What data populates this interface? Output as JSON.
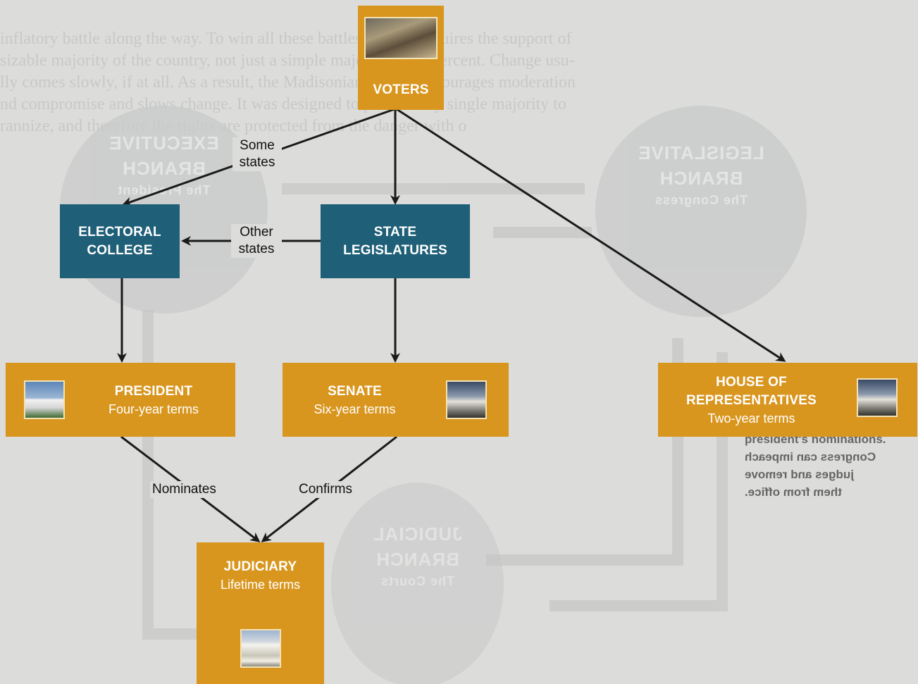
{
  "nodes": {
    "voters": {
      "title": "VOTERS"
    },
    "electoral_college": {
      "title_line1": "ELECTORAL",
      "title_line2": "COLLEGE"
    },
    "state_legislatures": {
      "title_line1": "STATE",
      "title_line2": "LEGISLATURES"
    },
    "president": {
      "title": "PRESIDENT",
      "term": "Four-year terms"
    },
    "senate": {
      "title": "SENATE",
      "term": "Six-year terms"
    },
    "house": {
      "title_line1": "HOUSE OF",
      "title_line2": "REPRESENTATIVES",
      "term": "Two-year terms"
    },
    "judiciary": {
      "title": "JUDICIARY",
      "term": "Lifetime terms"
    }
  },
  "edges": {
    "some_states_line1": "Some",
    "some_states_line2": "states",
    "other_states_line1": "Other",
    "other_states_line2": "states",
    "nominates": "Nominates",
    "confirms": "Confirms"
  },
  "background": {
    "executive_line1": "EXECUTIVE",
    "executive_line2": "BRANCH",
    "executive_line3": "The President",
    "legislative_line1": "LEGISLATIVE",
    "legislative_line2": "BRANCH",
    "legislative_line3": "The Congress",
    "judicial_line1": "JUDICIAL",
    "judicial_line2": "BRANCH",
    "judicial_line3": "The Courts",
    "right_note_1": "president's nominations.",
    "right_note_2": "Congress can impeach",
    "right_note_3": "judges and remove",
    "right_note_4": "them from office."
  },
  "colors": {
    "orange": "#d9961f",
    "teal": "#1f5f78",
    "arrow": "#1a1a1a",
    "background": "#dcdcda"
  }
}
